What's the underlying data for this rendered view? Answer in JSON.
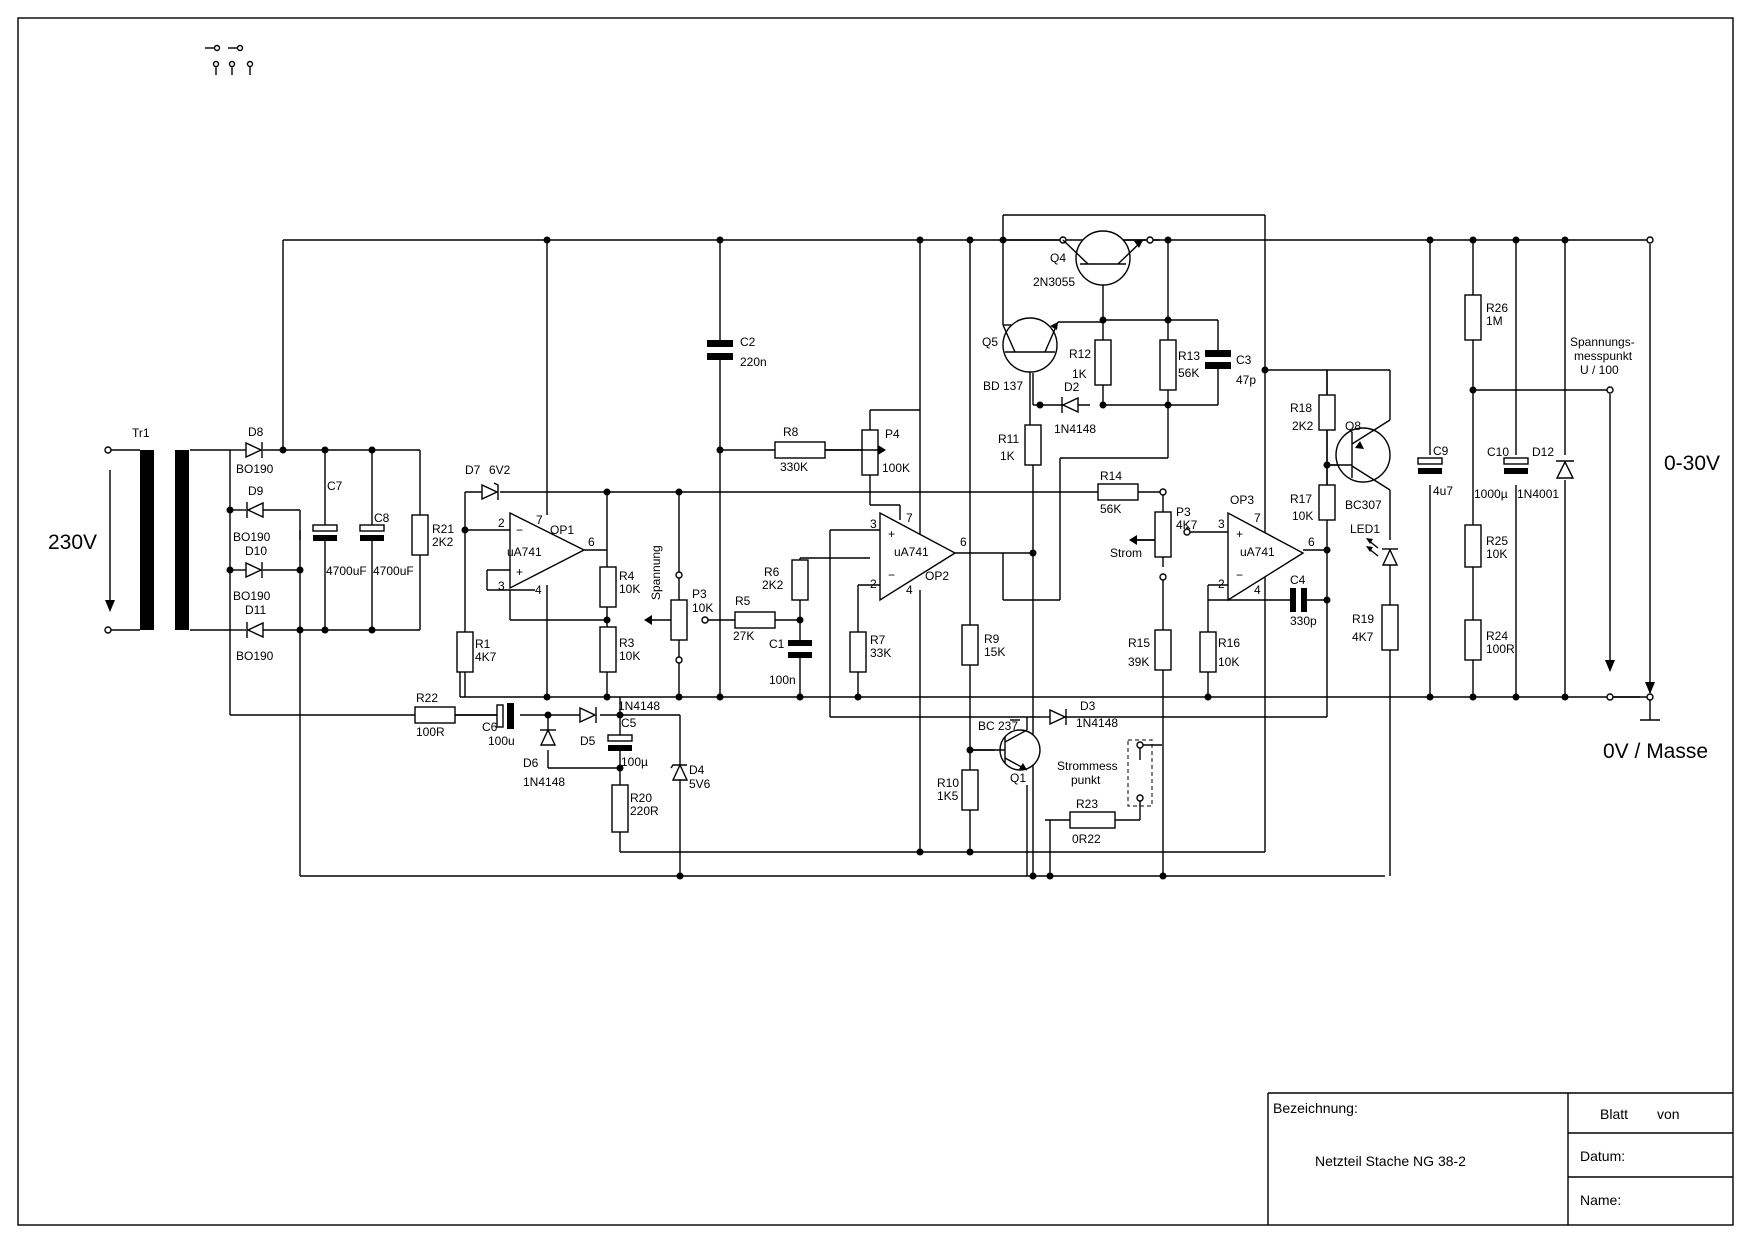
{
  "labels": {
    "tr1": "Tr1",
    "v_in": "230V",
    "v_out": "0-30V",
    "gnd": "0V / Masse",
    "d8": "D8",
    "d9": "D9",
    "d10": "D10",
    "d11": "D11",
    "d8v": "BO190",
    "d9v": "BO190",
    "d10v": "BO190",
    "d11v": "BO190",
    "c7": "C7",
    "c7v": "4700uF",
    "c8": "C8",
    "c8v": "4700uF",
    "r21": "R21",
    "r21v": "2K2",
    "d7": "D7",
    "d7v": "6V2",
    "op1": "OP1",
    "op1v": "uA741",
    "r4": "R4",
    "r4v": "10K",
    "r3": "R3",
    "r3v": "10K",
    "r1": "R1",
    "r1v": "4K7",
    "r22": "R22",
    "r22v": "100R",
    "c6": "C6",
    "c6v": "100u",
    "d6": "D6",
    "d6v": "1N4148",
    "d5": "D5",
    "d5v": "1N4148",
    "c5": "C5",
    "c5v": "100µ",
    "d4": "D4",
    "d4v": "5V6",
    "r20": "R20",
    "r20v": "220R",
    "c2": "C2",
    "c2v": "220n",
    "r8": "R8",
    "r8v": "330K",
    "p4": "P4",
    "p4v": "100K",
    "p3a": "P3",
    "p3av": "10K",
    "spannung": "Spannung",
    "r5": "R5",
    "r5v": "27K",
    "r6": "R6",
    "r6v": "2K2",
    "c1": "C1",
    "c1v": "100n",
    "op2": "OP2",
    "op2v": "uA741",
    "r7": "R7",
    "r7v": "33K",
    "q4": "Q4",
    "q4v": "2N3055",
    "q5": "Q5",
    "q5v": "BD 137",
    "r12": "R12",
    "r12v": "1K",
    "d2": "D2",
    "d2v": "1N4148",
    "r11": "R11",
    "r11v": "1K",
    "r13": "R13",
    "r13v": "56K",
    "c3": "C3",
    "c3v": "47p",
    "r9": "R9",
    "r9v": "15K",
    "r10": "R10",
    "r10v": "1K5",
    "q1": "Q1",
    "q1v": "BC 237",
    "r14": "R14",
    "r14v": "56K",
    "p3b": "P3",
    "p3bv": "4K7",
    "strom": "Strom",
    "r15": "R15",
    "r15v": "39K",
    "r16": "R16",
    "r16v": "10K",
    "op3": "OP3",
    "op3v": "uA741",
    "c4": "C4",
    "c4v": "330p",
    "d3": "D3",
    "d3v": "1N4148",
    "strommess1": "Strommess",
    "strommess2": "punkt",
    "r23": "R23",
    "r23v": "0R22",
    "r18": "R18",
    "r18v": "2K2",
    "r17": "R17",
    "r17v": "10K",
    "q8": "Q8",
    "q8v": "BC307",
    "led1": "LED1",
    "r19": "R19",
    "r19v": "4K7",
    "c9": "C9",
    "c9v": "4u7",
    "r26": "R26",
    "r26v": "1M",
    "r25": "R25",
    "r25v": "10K",
    "r24": "R24",
    "r24v": "100R",
    "c10": "C10",
    "c10v": "1000µ",
    "d12": "D12",
    "d12v": "1N4001",
    "spm1": "Spannungs-",
    "spm2": "messpunkt",
    "spm3": "U / 100",
    "pin2a": "2",
    "pin3a": "3",
    "pin6a": "6",
    "pin7a": "7",
    "pin4a": "4",
    "pin3b": "3",
    "pin2b": "2",
    "pin6b": "6",
    "pin7b": "7",
    "pin4b": "4",
    "pin3c": "3",
    "pin2c": "2",
    "pin6c": "6",
    "pin7c": "7",
    "pin4c": "4"
  },
  "titleblock": {
    "bezeichnung": "Bezeichnung:",
    "title": "Netzteil Stache NG 38-2",
    "blatt": "Blatt",
    "von": "von",
    "datum": "Datum:",
    "name": "Name:"
  }
}
